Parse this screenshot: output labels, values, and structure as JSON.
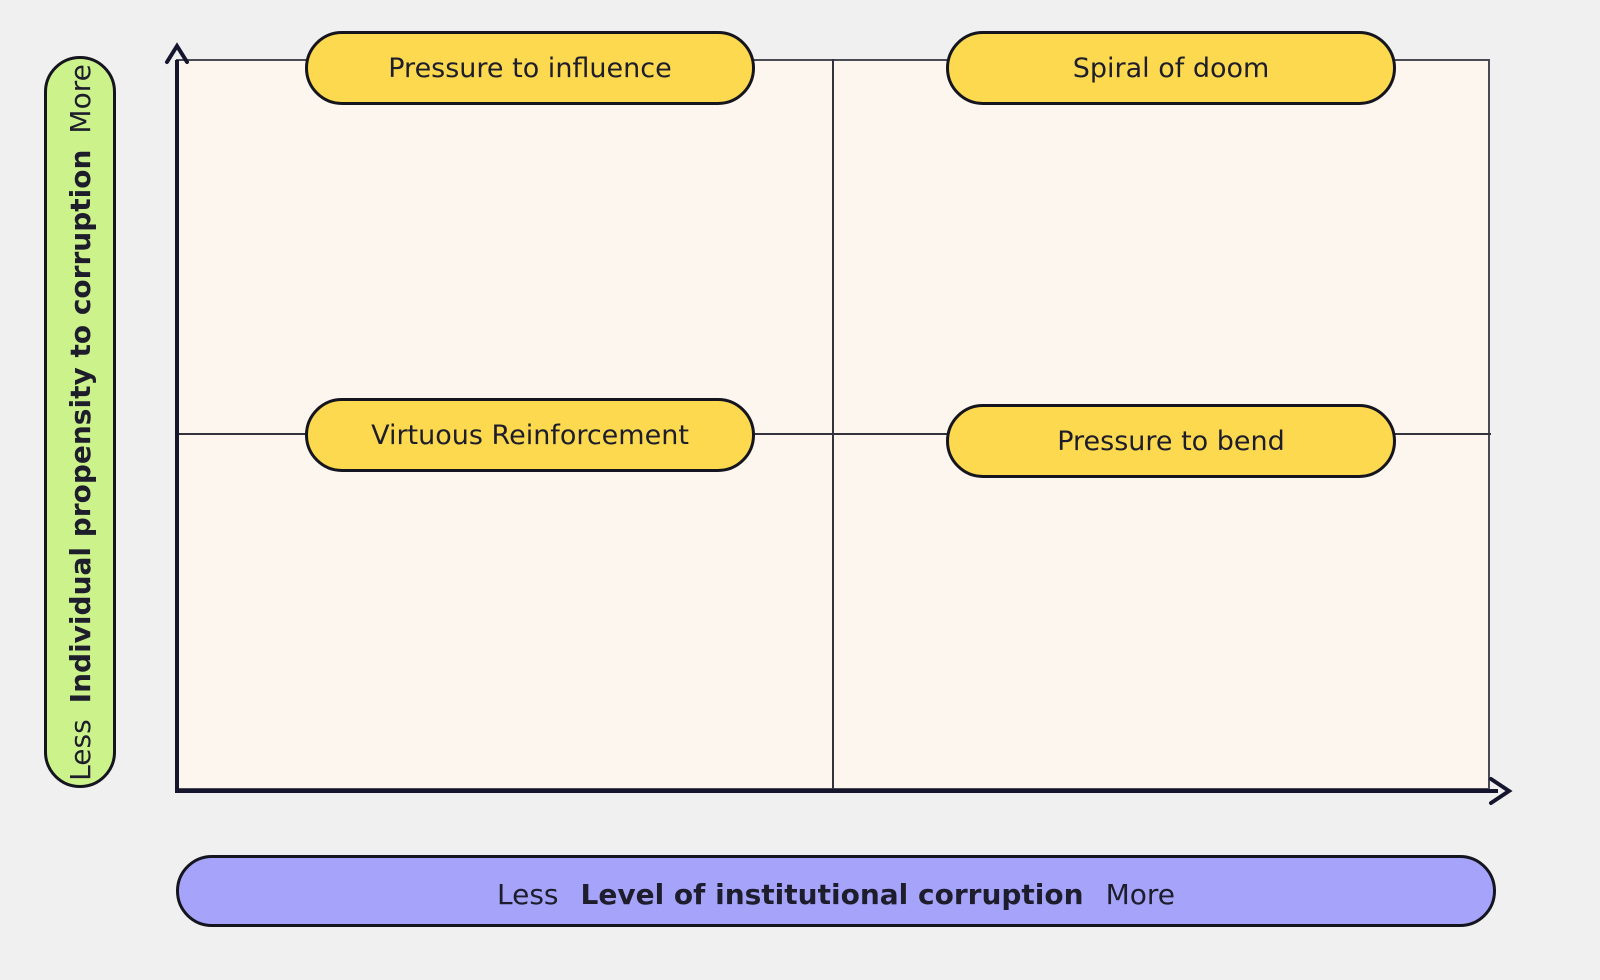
{
  "chart_data": {
    "type": "scatter",
    "title": "",
    "xlabel": "Level of institutional corruption",
    "ylabel": "Individual propensity to corruption",
    "x_low_label": "Less",
    "x_high_label": "More",
    "y_low_label": "Less",
    "y_high_label": "More",
    "grid": false,
    "legend": "none",
    "quadrants": [
      {
        "position": "top-left",
        "label": "Pressure to influence",
        "x": "low",
        "y": "high"
      },
      {
        "position": "top-right",
        "label": "Spiral of doom",
        "x": "high",
        "y": "high"
      },
      {
        "position": "bottom-left",
        "label": "Virtuous Reinforcement",
        "x": "low",
        "y": "low"
      },
      {
        "position": "bottom-right",
        "label": "Pressure to bend",
        "x": "high",
        "y": "low"
      }
    ]
  },
  "axes": {
    "y": {
      "low": "Less",
      "title": "Individual propensity to corruption",
      "high": "More"
    },
    "x": {
      "low": "Less",
      "title": "Level of institutional corruption",
      "high": "More"
    }
  },
  "quadrant_labels": {
    "top_left": "Pressure to influence",
    "top_right": "Spiral of doom",
    "bottom_left": "Virtuous Reinforcement",
    "bottom_right": "Pressure to bend"
  },
  "colors": {
    "page_background": "#f0f0f0",
    "plot_background": "#fcf6ee",
    "quadrant_pill": "#fcd94e",
    "y_axis_pill": "#ccf28c",
    "x_axis_pill": "#a6a3fb",
    "axis_line": "#15152e",
    "border": "#15151f"
  }
}
